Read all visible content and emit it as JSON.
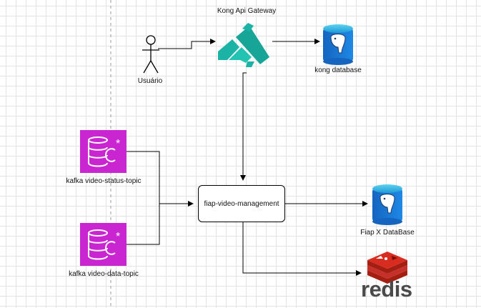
{
  "diagram": {
    "gateway": {
      "label": "Kong Api Gateway",
      "icon": "kong-icon",
      "color": "#1bb3a6"
    },
    "user": {
      "label": "Usuário",
      "icon": "user-actor-icon"
    },
    "kong_db": {
      "label": "kong database",
      "icon": "postgresql-icon"
    },
    "kafka_status": {
      "label": "kafka video-status-topic",
      "icon": "kafka-topic-icon",
      "color": "#c925d1"
    },
    "kafka_data": {
      "label": "kafka video-data-topic",
      "icon": "kafka-topic-icon",
      "color": "#c925d1"
    },
    "service": {
      "label": "fiap-video-management"
    },
    "app_db": {
      "label": "Fiap X DataBase",
      "icon": "postgresql-icon"
    },
    "cache": {
      "label": "redis",
      "icon": "redis-icon",
      "color": "#d82c20"
    }
  }
}
